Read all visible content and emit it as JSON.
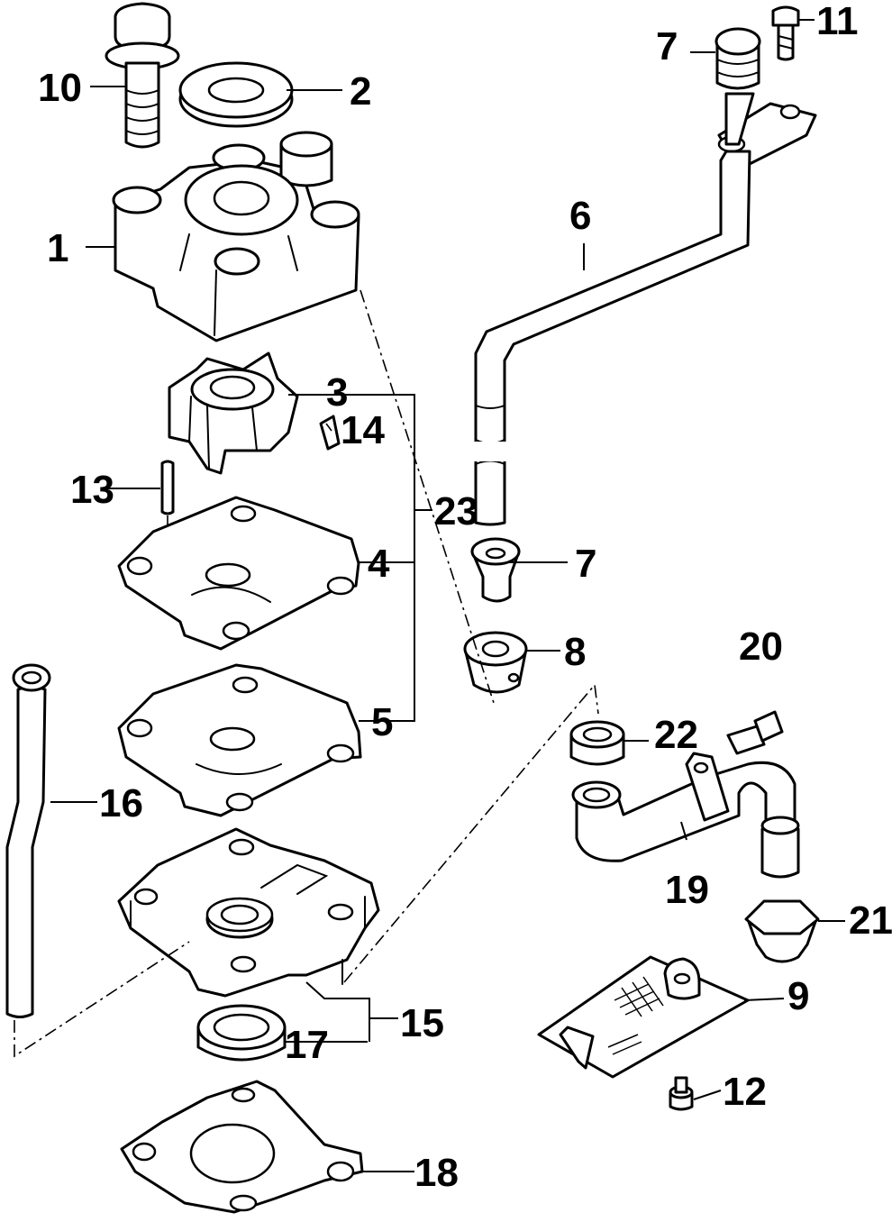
{
  "callouts": {
    "c1": "1",
    "c2": "2",
    "c3": "3",
    "c4": "4",
    "c5": "5",
    "c6": "6",
    "c7a": "7",
    "c7b": "7",
    "c8": "8",
    "c9": "9",
    "c10": "10",
    "c11": "11",
    "c12": "12",
    "c13": "13",
    "c14": "14",
    "c15": "15",
    "c16": "16",
    "c17": "17",
    "c18": "18",
    "c19": "19",
    "c20": "20",
    "c21": "21",
    "c22": "22",
    "c23": "23"
  },
  "parts": [
    {
      "ref": "1",
      "icon": "pump-case-icon"
    },
    {
      "ref": "2",
      "icon": "seal-ring-icon"
    },
    {
      "ref": "3",
      "icon": "impeller-icon"
    },
    {
      "ref": "4",
      "icon": "gasket-plate-icon"
    },
    {
      "ref": "5",
      "icon": "gasket-plate-icon"
    },
    {
      "ref": "6",
      "icon": "water-tube-icon"
    },
    {
      "ref": "7",
      "icon": "grommet-icon"
    },
    {
      "ref": "8",
      "icon": "grommet-icon"
    },
    {
      "ref": "9",
      "icon": "plate-icon"
    },
    {
      "ref": "10",
      "icon": "bolt-icon"
    },
    {
      "ref": "11",
      "icon": "screw-icon"
    },
    {
      "ref": "12",
      "icon": "screw-icon"
    },
    {
      "ref": "13",
      "icon": "pin-icon"
    },
    {
      "ref": "14",
      "icon": "key-icon"
    },
    {
      "ref": "15",
      "icon": "lower-case-icon"
    },
    {
      "ref": "16",
      "icon": "hose-icon"
    },
    {
      "ref": "17",
      "icon": "oil-seal-icon"
    },
    {
      "ref": "18",
      "icon": "gasket-icon"
    },
    {
      "ref": "19",
      "icon": "pipe-icon"
    },
    {
      "ref": "20",
      "icon": "bolt-icon"
    },
    {
      "ref": "21",
      "icon": "grommet-icon"
    },
    {
      "ref": "22",
      "icon": "ring-icon"
    },
    {
      "ref": "23",
      "icon": "repair-kit-bracket-icon"
    }
  ]
}
